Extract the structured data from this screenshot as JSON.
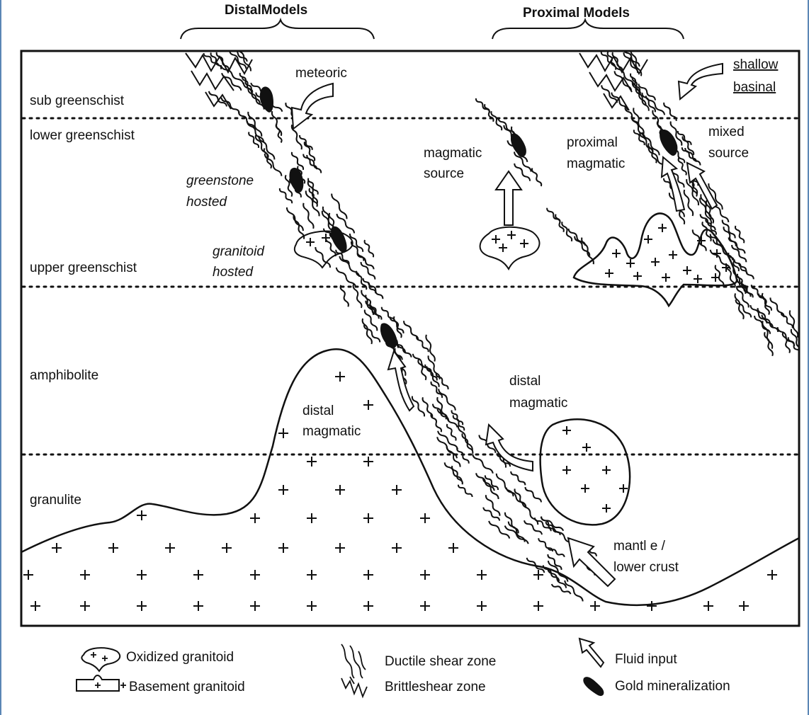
{
  "headers": {
    "distal": "DistalModels",
    "proximal": "Proximal Models"
  },
  "zones": {
    "sub_greenschist": "sub greenschist",
    "lower_greenschist": "lower greenschist",
    "upper_greenschist": "upper greenschist",
    "amphibolite": "amphibolite",
    "granulite": "granulite"
  },
  "labels": {
    "meteoric": "meteoric",
    "shallow": "shallow",
    "basinal": "basinal",
    "greenstone": "greenstone",
    "hosted1": "hosted",
    "granitoid": "granitoid",
    "hosted2": "hosted",
    "magmatic": "magmatic",
    "source": "source",
    "proximal": "proximal",
    "proximal_magmatic": "magmatic",
    "mixed": "mixed",
    "mixed_source": "source",
    "distal_left": "distal",
    "distal_left_magmatic": "magmatic",
    "distal_right": "distal",
    "distal_right_magmatic": "magmatic",
    "mantle": "mantl e /",
    "lower_crust": "lower crust"
  },
  "legend": {
    "oxidized": "Oxidized granitoid",
    "basement": "Basement granitoid",
    "ductile": "Ductile shear zone",
    "brittle": "Brittleshear zone",
    "fluid": "Fluid input",
    "gold": "Gold mineralization"
  }
}
